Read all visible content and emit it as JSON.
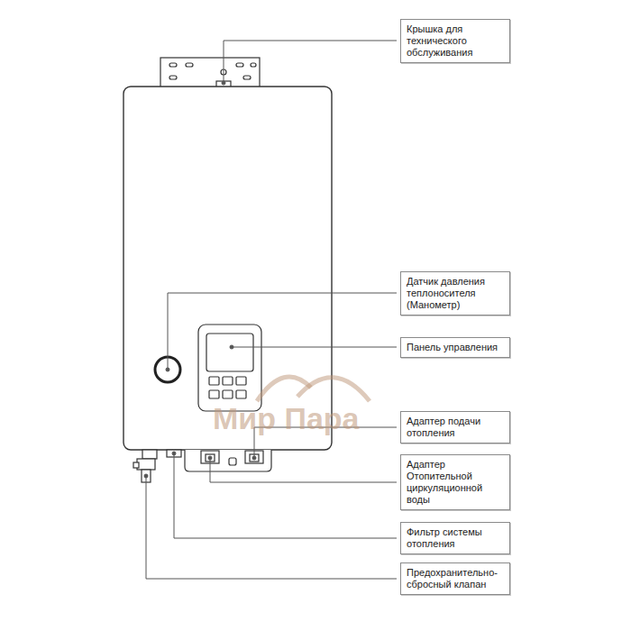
{
  "diagram": {
    "nodes": [
      {
        "text": [
          "Крышка для технического обслуживания"
        ]
      },
      {
        "text": [
          "Датчик давления теплоносителя (Манометр)"
        ]
      },
      {
        "text": [
          "Панель управления"
        ]
      },
      {
        "text": [
          "Адаптер подачи отопления"
        ]
      },
      {
        "text": [
          "Адаптер Отопительной циркуляционной воды"
        ]
      },
      {
        "text": [
          "Фильтр системы отопления"
        ]
      },
      {
        "text": [
          "Предохранительно-сбросный клапан"
        ]
      }
    ],
    "labels": [
      "Мир Пара"
    ]
  }
}
